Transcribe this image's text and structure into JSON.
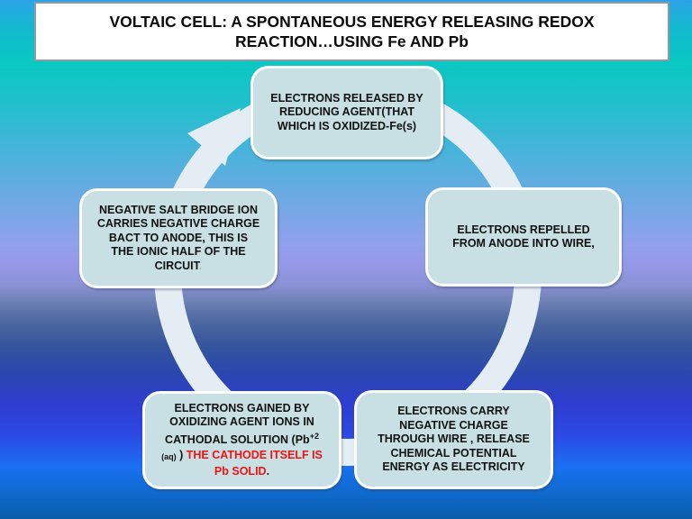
{
  "title": {
    "text": "VOLTAIC CELL: A SPONTANEOUS ENERGY RELEASING REDOX\nREACTION…USING Fe  AND Pb"
  },
  "cycle": {
    "top": {
      "text": "ELECTRONS RELEASED BY\nREDUCING AGENT(THAT\nWHICH IS OXIDIZED-Fe(s)"
    },
    "right": {
      "text": "ELECTRONS REPELLED\nFROM ANODE INTO WIRE,"
    },
    "bottom_right": {
      "text": "ELECTRONS CARRY\nNEGATIVE CHARGE\nTHROUGH WIRE , RELEASE\nCHEMICAL POTENTIAL\nENERGY AS  ELECTRICITY"
    },
    "bottom_left": {
      "p1": "ELECTRONS GAINED BY\nOXIDIZING AGENT IONS IN\nCATHODAL SOLUTION (Pb",
      "sup": "+2",
      "sub": "\n(aq)",
      "p2": " ) ",
      "red": "THE CATHODE ITSELF IS\nPb SOLID",
      "p3": "."
    },
    "left": {
      "text": "NEGATIVE SALT BRIDGE ION\nCARRIES NEGATIVE CHARGE\nBACT TO ANODE, THIS IS\nTHE IONIC HALF OF THE\nCIRCUIT",
      "period": "."
    }
  },
  "colors": {
    "background_top": "#2da2e8",
    "background_teal": "#09c8c2",
    "background_periwinkle": "#9598e8",
    "background_deep_blue": "#2e3dd0",
    "background_bright_blue": "#1a70f2",
    "node_fill": "#c8e0e3",
    "node_border": "#fcfeff",
    "ring": "#e3edf3",
    "red_text": "#ee1313",
    "title_border": "#8f99a2",
    "body_text": "#111111"
  }
}
